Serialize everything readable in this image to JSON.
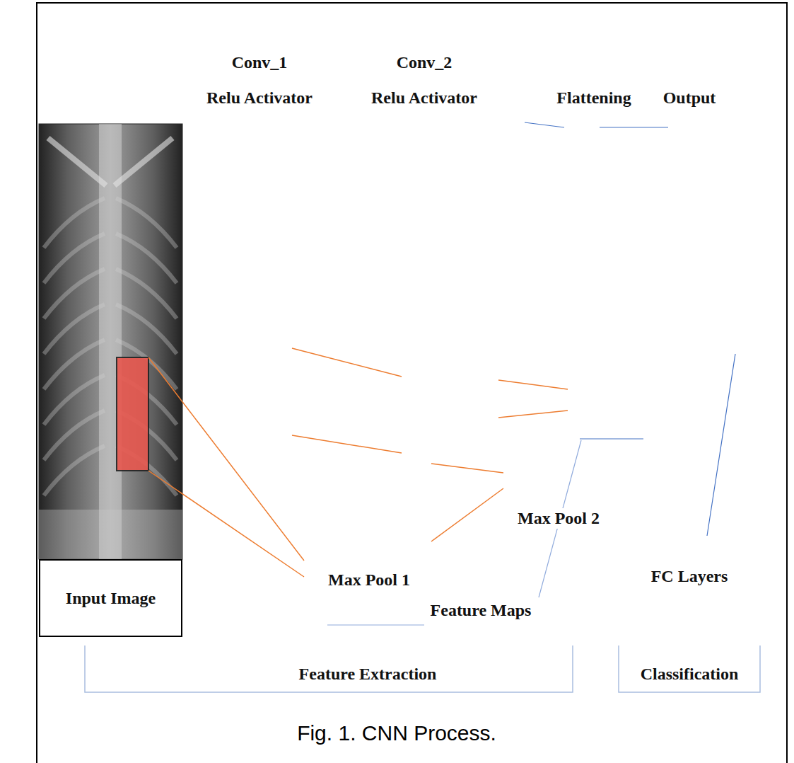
{
  "diagram": {
    "caption": "Fig. 1. CNN Process.",
    "nodes": [
      {
        "text": [
          "Input Image"
        ]
      },
      {
        "text": [
          "Conv_1",
          "Relu Activator"
        ]
      },
      {
        "text": [
          "Max Pool 1"
        ]
      },
      {
        "text": [
          "Conv_2",
          "Relu Activator"
        ]
      },
      {
        "text": [
          "Max Pool 2"
        ]
      },
      {
        "text": [
          "Flattening"
        ]
      },
      {
        "text": [
          "Output"
        ]
      }
    ],
    "edges": [
      {
        "from": 0,
        "to": 1,
        "arrow": "none"
      },
      {
        "from": 1,
        "to": 2,
        "arrow": "none"
      },
      {
        "from": 2,
        "to": 3,
        "arrow": "none"
      },
      {
        "from": 3,
        "to": 4,
        "arrow": "none"
      },
      {
        "from": 4,
        "to": 5,
        "arrow": "none"
      },
      {
        "from": 5,
        "to": 6,
        "arrow": "none"
      }
    ],
    "labels": [
      "Feature Maps",
      "FC Layers",
      "Feature Extraction",
      "Classification"
    ]
  }
}
